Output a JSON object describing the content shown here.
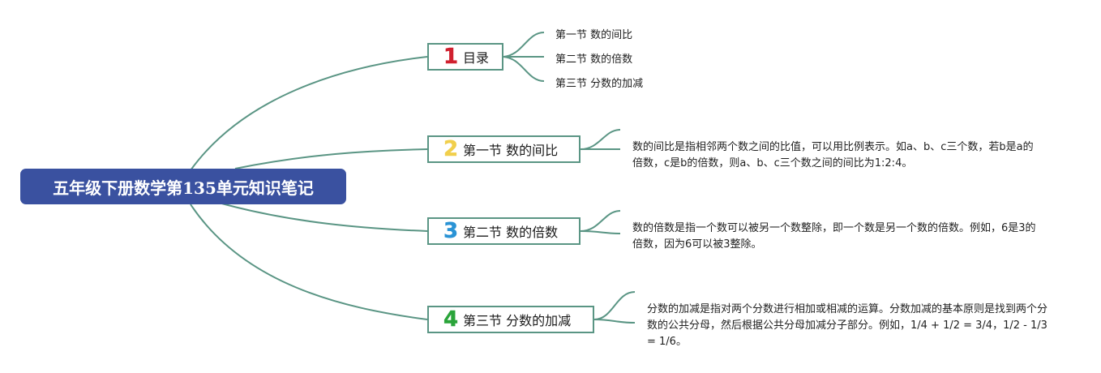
{
  "root": {
    "title": "五年级下册数学第135单元知识笔记"
  },
  "branches": [
    {
      "number": "1",
      "label": "目录",
      "number_color": "#d0202f"
    },
    {
      "number": "2",
      "label": "第一节 数的间比",
      "number_color": "#f1cf4c"
    },
    {
      "number": "3",
      "label": "第二节 数的倍数",
      "number_color": "#2a93d5"
    },
    {
      "number": "4",
      "label": "第三节 分数的加减",
      "number_color": "#2aa43a"
    }
  ],
  "toc_items": [
    "第一节 数的间比",
    "第二节 数的倍数",
    "第三节 分数的加减"
  ],
  "notes": [
    "数的间比是指相邻两个数之间的比值，可以用比例表示。如a、b、c三个数，若b是a的倍数，c是b的倍数，则a、b、c三个数之间的间比为1:2:4。",
    "数的倍数是指一个数可以被另一个数整除，即一个数是另一个数的倍数。例如，6是3的倍数，因为6可以被3整除。",
    "分数的加减是指对两个分数进行相加或相减的运算。分数加减的基本原则是找到两个分数的公共分母，然后根据公共分母加减分子部分。例如，1/4 + 1/2 = 3/4，1/2 - 1/3 = 1/6。"
  ],
  "colors": {
    "line": "#5a9584",
    "root_bg": "#3a51a0",
    "root_text": "#ffffff"
  }
}
